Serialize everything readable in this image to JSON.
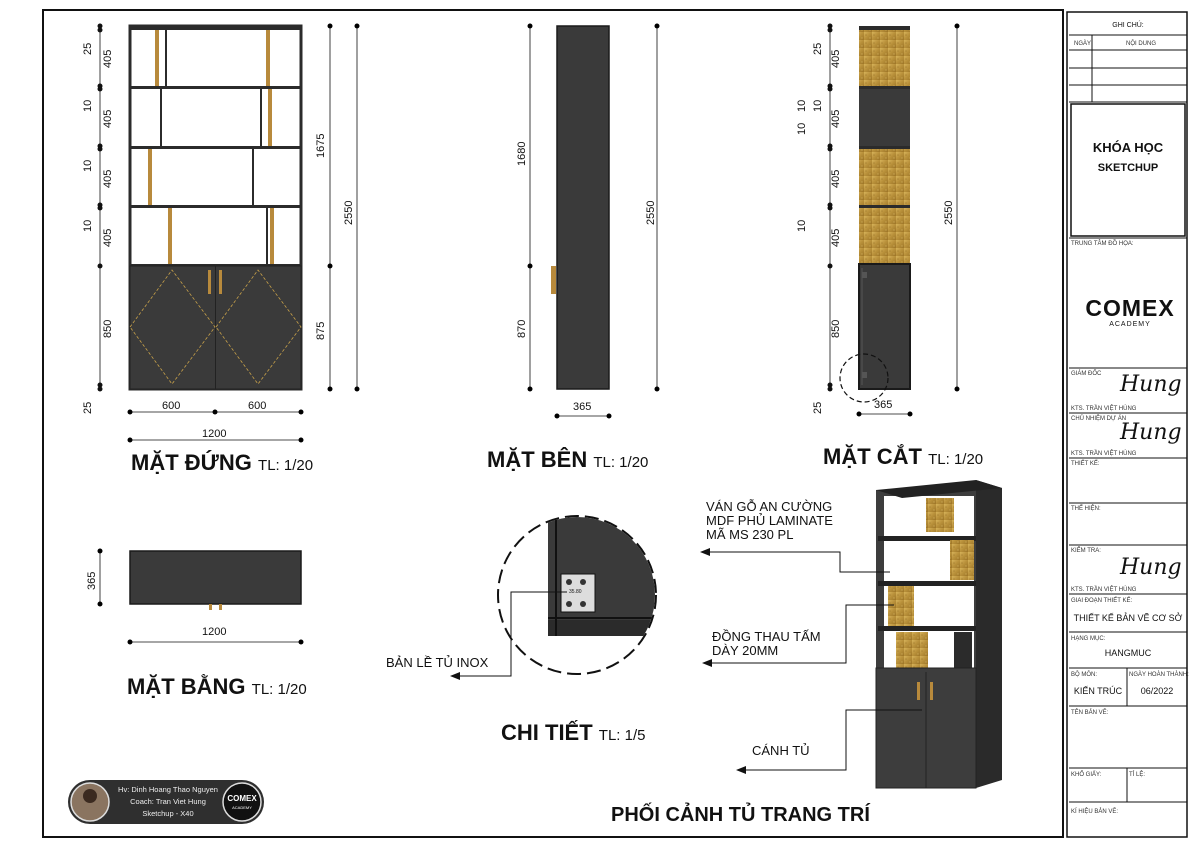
{
  "views": {
    "front": {
      "title": "MẶT ĐỨNG",
      "scale": "TL: 1/20"
    },
    "side": {
      "title": "MẶT BÊN",
      "scale": "TL: 1/20"
    },
    "section": {
      "title": "MẶT CẮT",
      "scale": "TL: 1/20"
    },
    "plan": {
      "title": "MẶT BẰNG",
      "scale": "TL: 1/20"
    },
    "detail": {
      "title": "CHI TIẾT",
      "scale": "TL: 1/5"
    },
    "perspective": {
      "title": "PHỐI CẢNH TỦ TRANG TRÍ"
    }
  },
  "front_dims": {
    "left": [
      "25",
      "405",
      "10",
      "405",
      "10",
      "405",
      "10",
      "405",
      "850",
      "25"
    ],
    "right_inner": [
      "1675",
      "875"
    ],
    "right_outer": "2550",
    "bottom_halves": [
      "600",
      "600"
    ],
    "bottom_total": "1200"
  },
  "side_dims": {
    "upper": "1680",
    "lower": "870",
    "total": "2550",
    "depth": "365"
  },
  "section_dims": {
    "left": [
      "25",
      "405",
      "10",
      "10",
      "405",
      "10",
      "405",
      "10",
      "405",
      "850",
      "25"
    ],
    "total": "2550",
    "depth": "365"
  },
  "plan_dims": {
    "depth": "365",
    "width": "1200"
  },
  "notes": {
    "material_lines": [
      "VÁN GỖ AN CƯỜNG",
      "MDF PHỦ LAMINATE",
      "MÃ MS 230 PL"
    ],
    "brass_lines": [
      "ĐỒNG THAU TẤM",
      "DÀY 20MM"
    ],
    "door": "CÁNH TỦ",
    "hinge": "BẢN LỀ TỦ INOX",
    "hinge_label": "35.80"
  },
  "author": {
    "student": "Hv: Dinh Hoang Thao Nguyen",
    "coach": "Coach: Tran Viet Hung",
    "course": "Sketchup - X40",
    "badge_brand": "COMEX",
    "badge_sub": "ACADEMY"
  },
  "title_block": {
    "notes_header": "GHI CHÚ:",
    "col_date": "NGÀY",
    "col_content": "NỘI DUNG",
    "course_line1": "KHÓA HỌC",
    "course_line2": "SKETCHUP",
    "center_label": "TRUNG TÂM ĐỒ HỌA:",
    "logo_brand": "COMEX",
    "logo_sub": "ACADEMY",
    "director_label": "GIÁM ĐỐC",
    "director_name": "KTS. TRẦN VIỆT HÙNG",
    "pm_label": "CHỦ NHIỆM DỰ ÁN",
    "pm_name": "KTS. TRẦN VIỆT HÙNG",
    "design_label": "THIẾT KẾ:",
    "draw_label": "THỂ HIỆN:",
    "check_label": "KIỂM TRA:",
    "check_name": "KTS. TRẦN VIỆT HÙNG",
    "signature": "Hung",
    "phase_label": "GIAI ĐOẠN THIẾT KẾ:",
    "phase_value": "THIẾT KẾ BẢN VẼ CƠ SỞ",
    "item_label": "HẠNG MỤC:",
    "item_value": "HANGMUC",
    "dept_label": "BỘ MÔN:",
    "dept_value": "KIẾN TRÚC",
    "date_label": "NGÀY HOÀN THÀNH:",
    "date_value": "06/2022",
    "drawing_name_label": "TÊN BẢN VẼ:",
    "paper_label": "KHỔ GIẤY:",
    "ratio_label": "TỈ LỆ:",
    "code_label": "KÍ HIỆU BẢN VẼ:"
  },
  "colors": {
    "cabinet": "#3a3a3a",
    "dark": "#2b2b2b",
    "brass": "#b88a3c",
    "gold_panel": "#c9a24a",
    "frame": "#111111"
  }
}
